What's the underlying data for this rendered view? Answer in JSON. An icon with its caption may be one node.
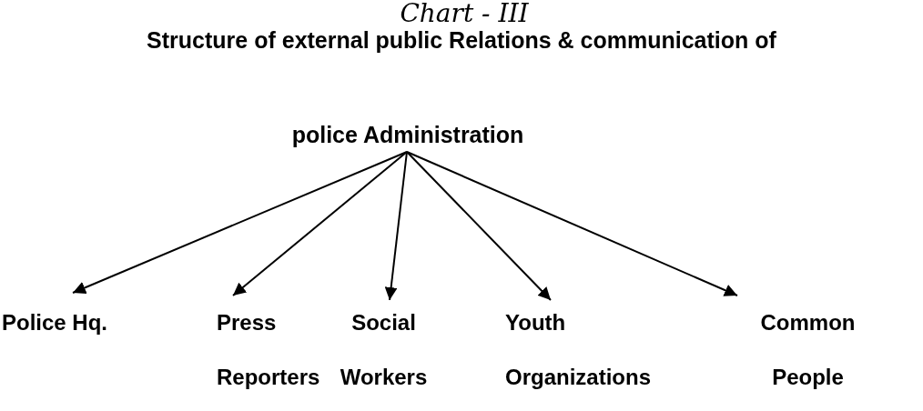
{
  "diagram": {
    "title": "Structure of external public Relations & communication of",
    "nodes": [
      {
        "text": [
          "police Administration"
        ]
      },
      {
        "text": [
          "Police Hq."
        ]
      },
      {
        "text": [
          "Press Reporters"
        ]
      },
      {
        "text": [
          "Social Workers"
        ]
      },
      {
        "text": [
          "Youth Organizations"
        ]
      },
      {
        "text": [
          "Common People"
        ]
      }
    ],
    "edges": [
      {
        "from": 0,
        "to": 1,
        "arrow": "to"
      },
      {
        "from": 0,
        "to": 2,
        "arrow": "to"
      },
      {
        "from": 0,
        "to": 3,
        "arrow": "to"
      },
      {
        "from": 0,
        "to": 4,
        "arrow": "to"
      },
      {
        "from": 0,
        "to": 5,
        "arrow": "to"
      }
    ],
    "labels": [
      "Chart - III"
    ]
  }
}
